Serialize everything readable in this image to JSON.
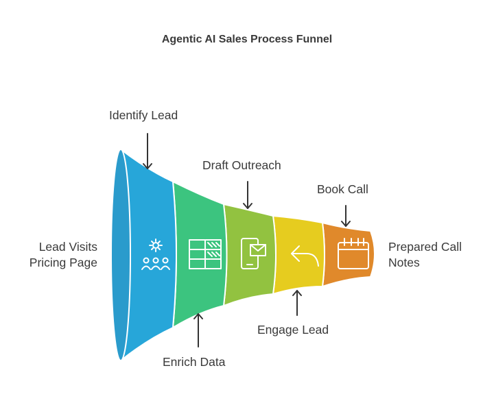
{
  "title": "Agentic AI Sales Process Funnel",
  "start_label": {
    "line1": "Lead Visits",
    "line2": "Pricing Page"
  },
  "end_label": {
    "line1": "Prepared Call",
    "line2": "Notes"
  },
  "stages": [
    {
      "label": "Identify Lead",
      "icon": "gear-people-icon",
      "color": "#27a6d9",
      "label_position": "top"
    },
    {
      "label": "Enrich Data",
      "icon": "data-table-icon",
      "color": "#3cc47f",
      "label_position": "bottom"
    },
    {
      "label": "Draft Outreach",
      "icon": "phone-mail-icon",
      "color": "#92c240",
      "label_position": "top"
    },
    {
      "label": "Engage Lead",
      "icon": "reply-arrow-icon",
      "color": "#e6cc1f",
      "label_position": "bottom"
    },
    {
      "label": "Book Call",
      "icon": "calendar-icon",
      "color": "#e0892b",
      "label_position": "top"
    }
  ]
}
